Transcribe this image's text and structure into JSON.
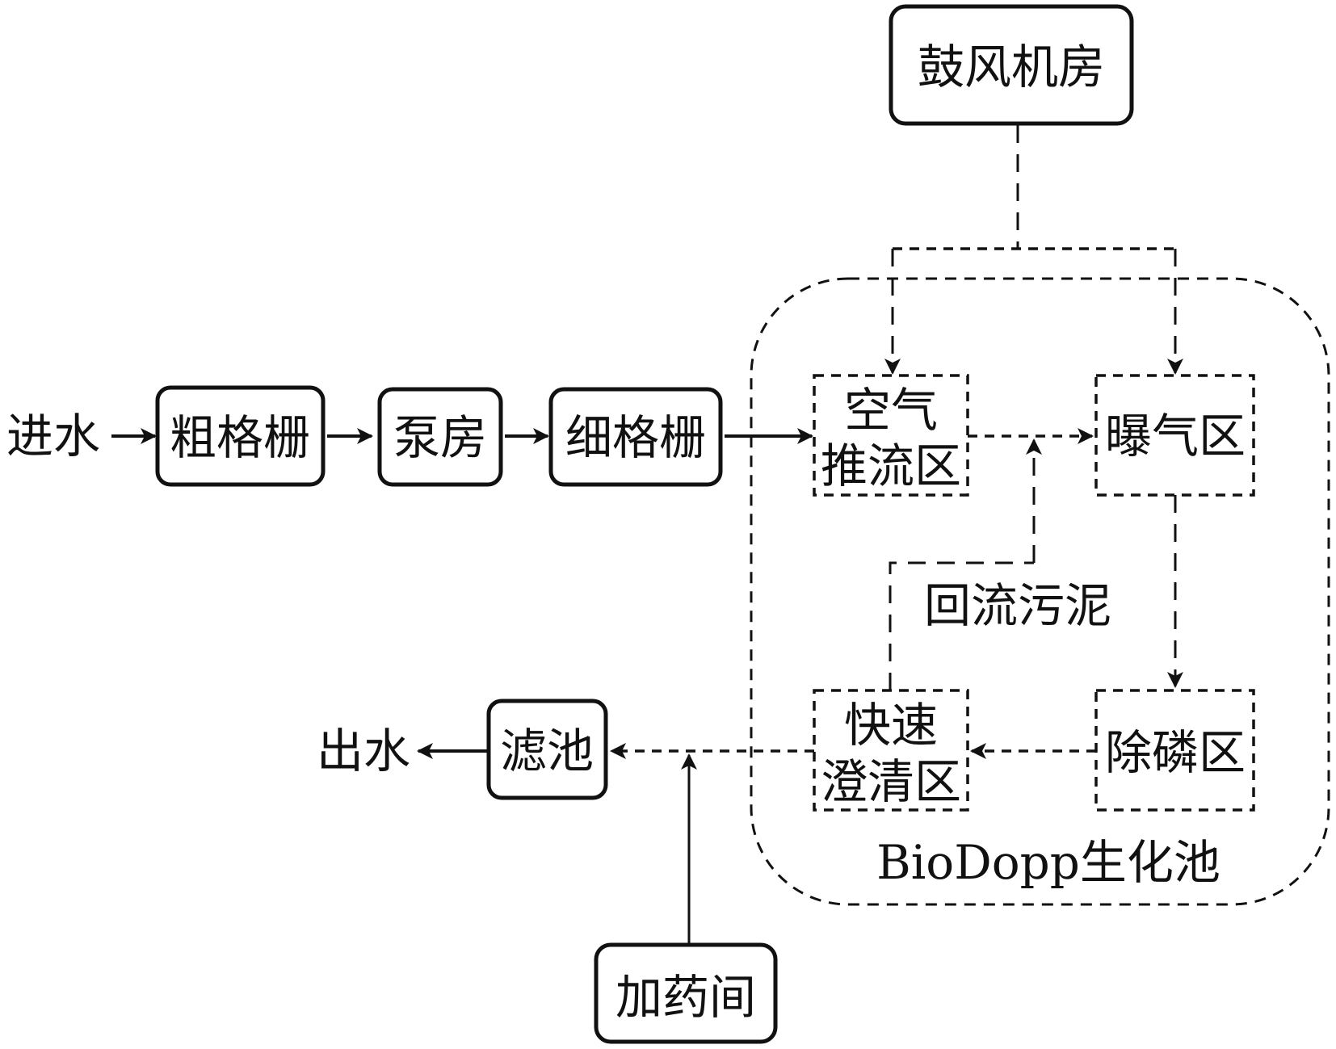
{
  "diagram": {
    "title": "BioDopp生化池",
    "inlet": "进水",
    "outlet": "出水",
    "nodes": {
      "coarse_screen": "粗格栅",
      "pump_house": "泵房",
      "fine_screen": "细格栅",
      "blower_house": "鼓风机房",
      "air_push_zone_line1": "空气",
      "air_push_zone_line2": "推流区",
      "aeration_zone": "曝气区",
      "phosphorus_zone": "除磷区",
      "clarify_zone_line1": "快速",
      "clarify_zone_line2": "澄清区",
      "filter": "滤池",
      "dosing_room": "加药间"
    },
    "labels": {
      "return_sludge": "回流污泥",
      "pool_name": "BioDopp生化池"
    },
    "edges": [
      {
        "from": "进水",
        "to": "粗格栅",
        "style": "solid"
      },
      {
        "from": "粗格栅",
        "to": "泵房",
        "style": "solid"
      },
      {
        "from": "泵房",
        "to": "细格栅",
        "style": "solid"
      },
      {
        "from": "细格栅",
        "to": "空气推流区",
        "style": "solid"
      },
      {
        "from": "鼓风机房",
        "to": "空气推流区",
        "style": "dashed"
      },
      {
        "from": "鼓风机房",
        "to": "曝气区",
        "style": "dashed"
      },
      {
        "from": "空气推流区",
        "to": "曝气区",
        "style": "dashed"
      },
      {
        "from": "曝气区",
        "to": "除磷区",
        "style": "dashed"
      },
      {
        "from": "除磷区",
        "to": "快速澄清区",
        "style": "dashed"
      },
      {
        "from": "快速澄清区",
        "to": "空气推流区",
        "style": "dashed",
        "label": "回流污泥"
      },
      {
        "from": "快速澄清区",
        "to": "滤池",
        "style": "dashed"
      },
      {
        "from": "加药间",
        "to": "滤池",
        "style": "solid"
      },
      {
        "from": "滤池",
        "to": "出水",
        "style": "solid"
      }
    ]
  }
}
